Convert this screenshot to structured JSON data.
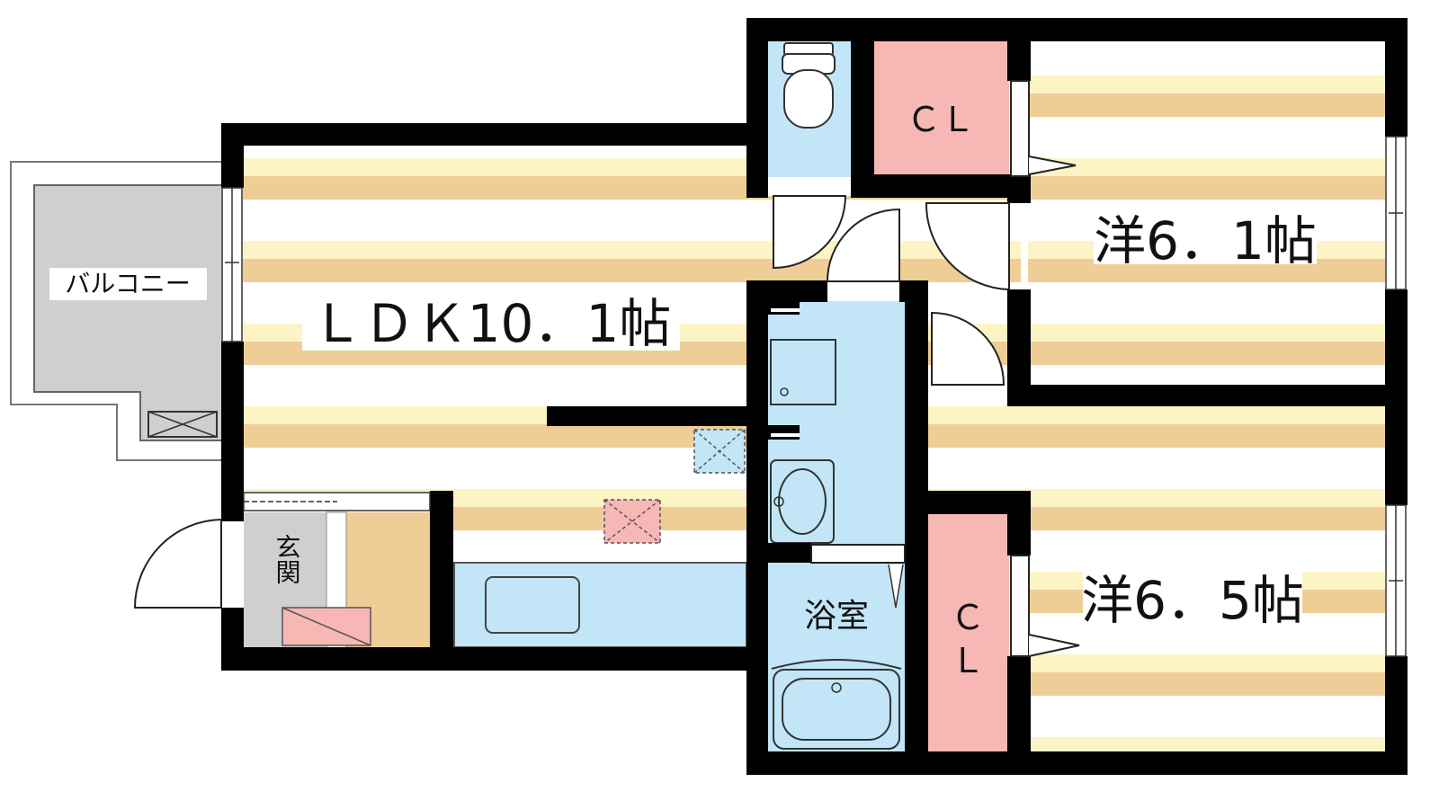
{
  "labels": {
    "balcony": "バルコニー",
    "ldk": "ＬＤＫ10．1帖",
    "entrance": "玄関",
    "bath": "浴室",
    "room1": "洋6．1帖",
    "room2": "洋6．5帖",
    "closet_top": "ＣＬ",
    "closet_side_c": "Ｃ",
    "closet_side_l": "Ｌ"
  },
  "colors": {
    "wall": "#000000",
    "floor_light": "#fdf4c5",
    "floor_dark": "#efcd96",
    "floor_white": "#ffffff",
    "wet_area": "#c2e6f8",
    "closet": "#f6b7b5",
    "entrance_floor": "#cfcfcf",
    "balcony": "#cfcfcf",
    "shoe_box": "#efcd96"
  }
}
